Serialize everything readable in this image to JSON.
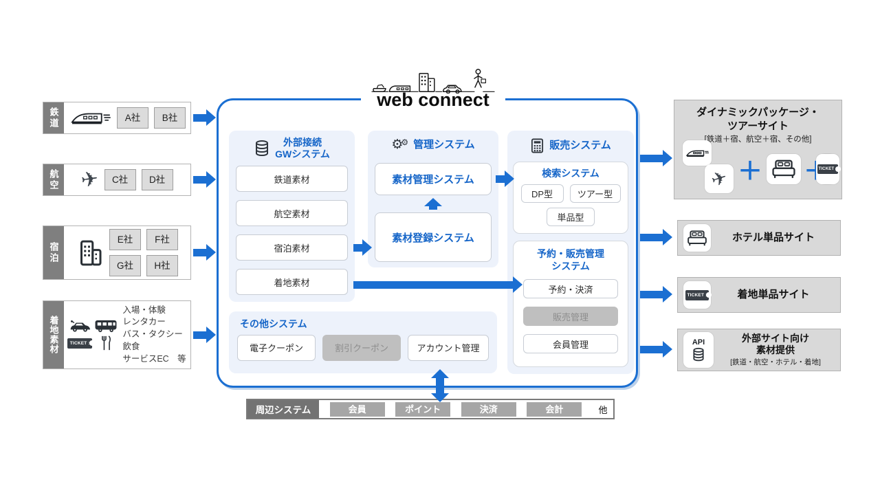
{
  "colors": {
    "accent_blue": "#1b6fd2",
    "title_blue": "#1565c8",
    "section_bg": "#edf2fb",
    "panel_gray": "#d9d9d9",
    "disabled_bg": "#bfbfbf",
    "disabled_text": "#8e8e8e",
    "label_gray": "#7f7f7f",
    "peripheral_box_gray": "#a6a6a6"
  },
  "logo": {
    "text": "web connect"
  },
  "sources": [
    {
      "label": "鉄道",
      "companies": [
        "A社",
        "B社"
      ]
    },
    {
      "label": "航空",
      "companies": [
        "C社",
        "D社"
      ]
    },
    {
      "label": "宿泊",
      "companies": [
        "E社",
        "F社",
        "G社",
        "H社"
      ]
    },
    {
      "label": "着地素材",
      "items": [
        "入場・体験",
        "レンタカー",
        "バス・タクシー",
        "飲食",
        "サービスEC　等"
      ]
    }
  ],
  "gw": {
    "title1": "外部接続",
    "title2": "GWシステム",
    "boxes": [
      "鉄道素材",
      "航空素材",
      "宿泊素材",
      "着地素材"
    ]
  },
  "admin": {
    "title": "管理システム",
    "box1": "素材管理システム",
    "box2": "素材登録システム"
  },
  "sales": {
    "title": "販売システム",
    "search": {
      "title": "検索システム",
      "b1": "DP型",
      "b2": "ツアー型",
      "b3": "単品型"
    },
    "reserve": {
      "title1": "予約・販売管理",
      "title2": "システム",
      "b1": "予約・決済",
      "b2": "販売管理",
      "b3": "会員管理"
    }
  },
  "other": {
    "title": "その他システム",
    "b1": "電子クーポン",
    "b2": "割引クーポン",
    "b3": "アカウント管理"
  },
  "outputs": {
    "dynpkg": {
      "title1": "ダイナミックパッケージ・",
      "title2": "ツアーサイト",
      "subtitle": "[鉄道＋宿、航空＋宿、その他]"
    },
    "hotel": {
      "title": "ホテル単品サイト"
    },
    "tochaku": {
      "title": "着地単品サイト"
    },
    "api": {
      "icon_label": "API",
      "title1": "外部サイト向け",
      "title2": "素材提供",
      "subtitle": "[鉄道・航空・ホテル・着地]"
    }
  },
  "peripheral": {
    "label": "周辺システム",
    "boxes": [
      "会員",
      "ポイント",
      "決済",
      "会計"
    ],
    "more": "他"
  },
  "ticket_text": "TICKET"
}
